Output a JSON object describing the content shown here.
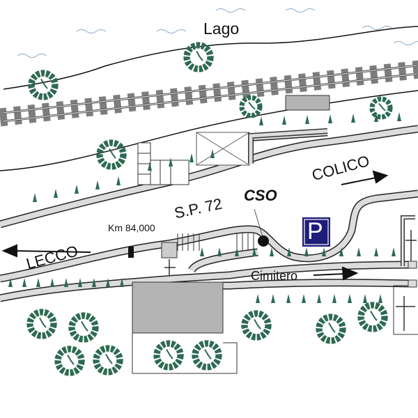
{
  "labels": {
    "lake": "Lago",
    "north_direction": "COLICO",
    "south_direction": "LECCO",
    "road": "S.P. 72",
    "station": "CSO",
    "kilometre": "Km 84,000",
    "cemetery": "Cimitero",
    "parking": "P"
  },
  "colors": {
    "tree": "#2e6a52",
    "road_fill": "#dcdcdc",
    "building": "#b4b4b4",
    "parking": "#1f1d7a",
    "water": "#8aa9c9",
    "sleeper": "#7d7d7d"
  },
  "icons": [
    "tree-icon",
    "parking-icon",
    "cross-icon",
    "arrow-icon",
    "station-dot-icon"
  ]
}
